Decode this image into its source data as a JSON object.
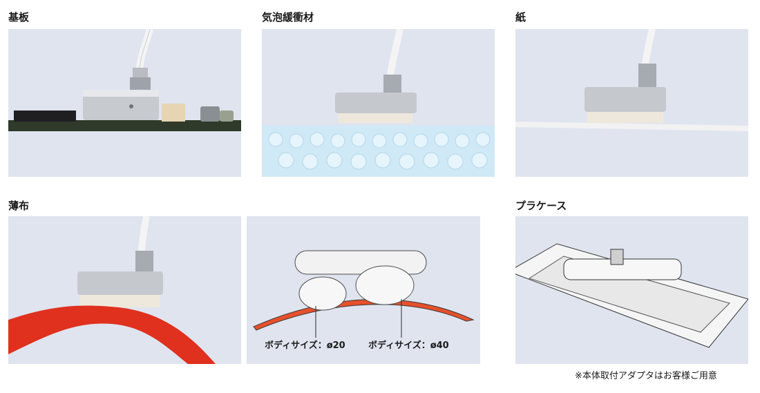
{
  "labels": {
    "pcb": "基板",
    "bubble_wrap": "気泡緩衝材",
    "paper": "紙",
    "thin_cloth": "薄布",
    "plastic_case": "プラケース"
  },
  "callouts": {
    "body_size_small": "ボディサイズ：ø20",
    "body_size_large": "ボディサイズ：ø40"
  },
  "footnote": "※本体取付アダプタはお客様ご用意",
  "colors": {
    "panel_bg": "#dfe4ef",
    "pad_cream": "#eee8dc",
    "cloth_red": "#e0301e",
    "bubble_blue": "#cfe9f7"
  }
}
